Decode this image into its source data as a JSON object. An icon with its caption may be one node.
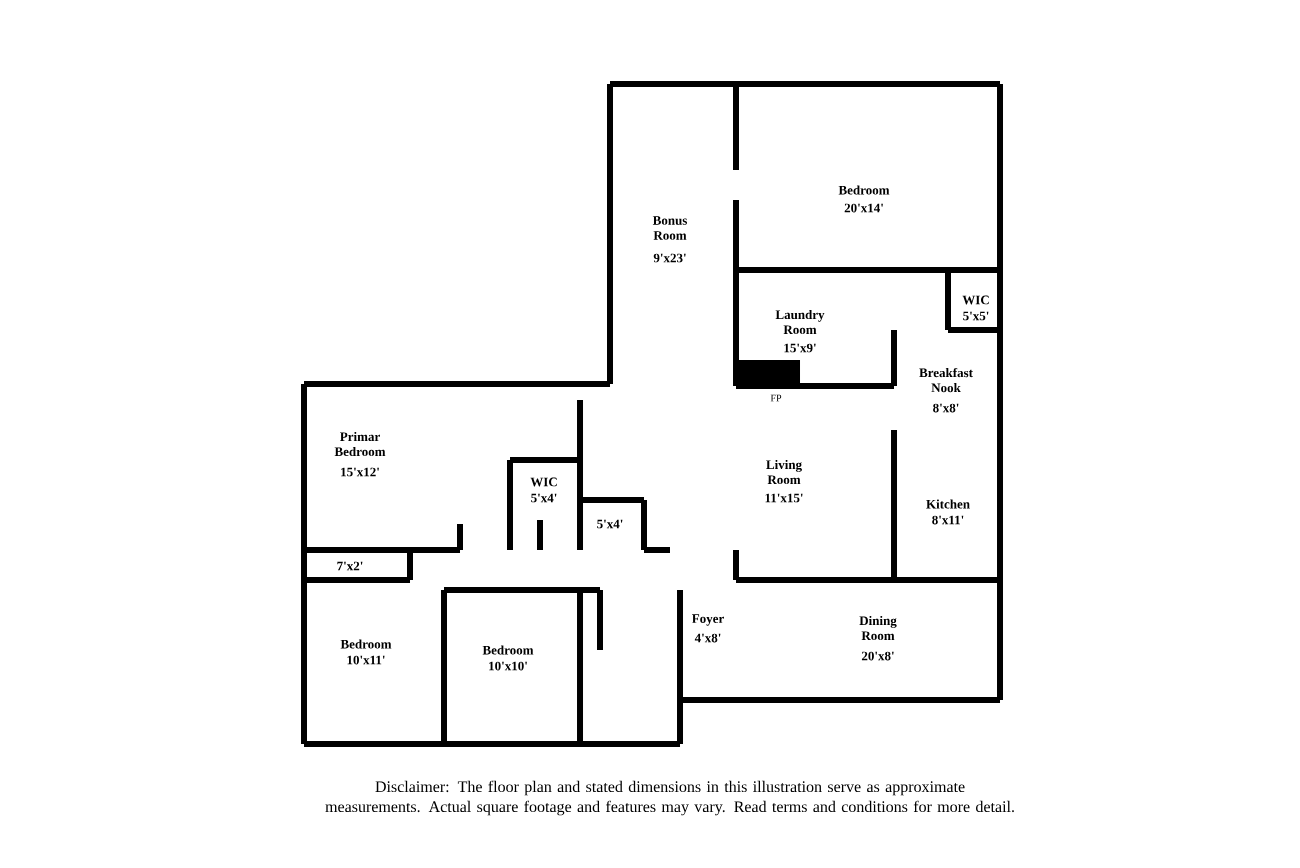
{
  "diagram": {
    "caption": "Disclaimer: The floor plan and stated dimensions in this illustration serve as approximate measurements. Actual square footage and features may vary. Read terms and conditions for more detail.",
    "labels": [
      "Bedroom",
      "20'x14'",
      "Bonus Room",
      "9'x23'",
      "WIC",
      "5'x5'",
      "Laundry Room",
      "15'x9'",
      "Breakfast Nook",
      "8'x8'",
      "FP",
      "Primar Bedroom",
      "15'x12'",
      "WIC",
      "5'x4'",
      "Living Room",
      "11'x15'",
      "Kitchen",
      "8'x11'",
      "5'x4'",
      "7'x2'",
      "Foyer",
      "4'x8'",
      "Dining Room",
      "20'x8'",
      "Bedroom",
      "10'x11'",
      "Bedroom",
      "10'x10'"
    ]
  }
}
